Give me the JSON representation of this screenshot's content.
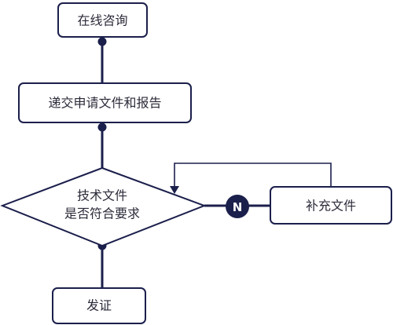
{
  "diagram": {
    "nodes": {
      "consult": {
        "label": "在线咨询"
      },
      "submit": {
        "label": "递交申请文件和报告"
      },
      "check": {
        "line1": "技术文件",
        "line2": "是否符合要求"
      },
      "supplement": {
        "label": "补充文件"
      },
      "certify": {
        "label": "发证"
      }
    },
    "no_label": "N",
    "colors": {
      "stroke": "#1b1f4b",
      "box_fill": "#ffffff",
      "text": "#2b2b3a",
      "badge_fill": "#1b1f4b",
      "badge_text": "#ffffff"
    }
  }
}
